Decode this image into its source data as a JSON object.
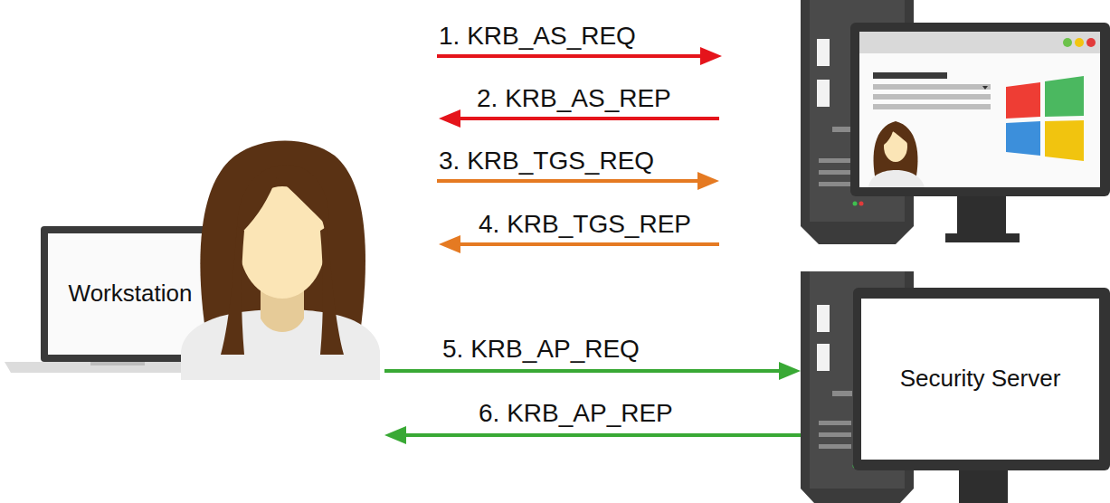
{
  "diagram": {
    "nodes": [
      {
        "text": [
          "Workstation"
        ]
      },
      {
        "text": [
          "Security Server"
        ]
      }
    ],
    "edges": [
      {
        "from": 0,
        "to": 1,
        "label": "5. KRB_AP_REQ",
        "arrow": "to"
      },
      {
        "from": 1,
        "to": 0,
        "label": "6. KRB_AP_REP",
        "arrow": "to"
      }
    ],
    "labels": [
      "1. KRB_AS_REQ",
      "2. KRB_AS_REP",
      "3. KRB_TGS_REQ",
      "4. KRB_TGS_REP"
    ]
  }
}
